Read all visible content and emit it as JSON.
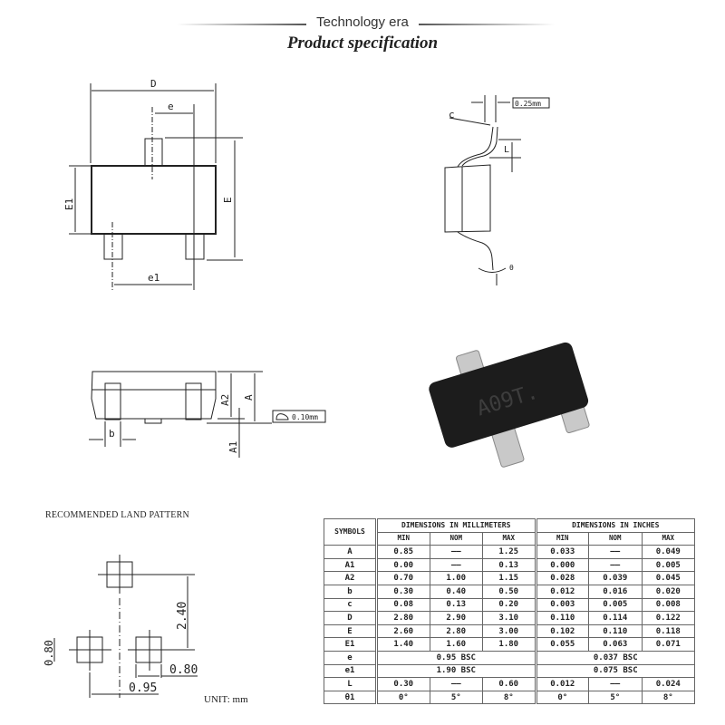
{
  "header": {
    "brand": "Technology era",
    "title": "Product specification"
  },
  "top_view": {
    "labels": {
      "D": "D",
      "e": "e",
      "E1": "E1",
      "E": "E",
      "e1": "e1"
    }
  },
  "side_view": {
    "labels": {
      "c": "c",
      "lead_width_note": "0.25mm",
      "L": "L",
      "theta": "θ"
    }
  },
  "front_view": {
    "labels": {
      "A2": "A2",
      "A": "A",
      "A1": "A1",
      "b": "b",
      "flatness_note": "0.10mm"
    }
  },
  "photo": {
    "marking": "A09T."
  },
  "land_pattern": {
    "title": "RECOMMENDED LAND PATTERN",
    "dims": {
      "pitch_vertical": "2.40",
      "pad_height": "0.80",
      "pad_width": "0.80",
      "pitch_horizontal": "0.95"
    },
    "unit": "UNIT:  mm"
  },
  "table": {
    "symbols_header": "SYMBOLS",
    "mm_header": "DIMENSIONS IN MILLIMETERS",
    "inch_header": "DIMENSIONS IN INCHES",
    "sub_headers": [
      "MIN",
      "NOM",
      "MAX",
      "MIN",
      "NOM",
      "MAX"
    ],
    "rows": [
      {
        "symbol": "A",
        "values": [
          "0.85",
          "——",
          "1.25",
          "0.033",
          "——",
          "0.049"
        ]
      },
      {
        "symbol": "A1",
        "values": [
          "0.00",
          "——",
          "0.13",
          "0.000",
          "——",
          "0.005"
        ]
      },
      {
        "symbol": "A2",
        "values": [
          "0.70",
          "1.00",
          "1.15",
          "0.028",
          "0.039",
          "0.045"
        ]
      },
      {
        "symbol": "b",
        "values": [
          "0.30",
          "0.40",
          "0.50",
          "0.012",
          "0.016",
          "0.020"
        ]
      },
      {
        "symbol": "c",
        "values": [
          "0.08",
          "0.13",
          "0.20",
          "0.003",
          "0.005",
          "0.008"
        ]
      },
      {
        "symbol": "D",
        "values": [
          "2.80",
          "2.90",
          "3.10",
          "0.110",
          "0.114",
          "0.122"
        ]
      },
      {
        "symbol": "E",
        "values": [
          "2.60",
          "2.80",
          "3.00",
          "0.102",
          "0.110",
          "0.118"
        ]
      },
      {
        "symbol": "E1",
        "values": [
          "1.40",
          "1.60",
          "1.80",
          "0.055",
          "0.063",
          "0.071"
        ]
      },
      {
        "symbol": "e",
        "span": [
          "0.95 BSC",
          "0.037 BSC"
        ]
      },
      {
        "symbol": "e1",
        "span": [
          "1.90 BSC",
          "0.075 BSC"
        ]
      },
      {
        "symbol": "L",
        "values": [
          "0.30",
          "——",
          "0.60",
          "0.012",
          "——",
          "0.024"
        ]
      },
      {
        "symbol": "θ1",
        "values": [
          "0°",
          "5°",
          "8°",
          "0°",
          "5°",
          "8°"
        ]
      }
    ]
  }
}
